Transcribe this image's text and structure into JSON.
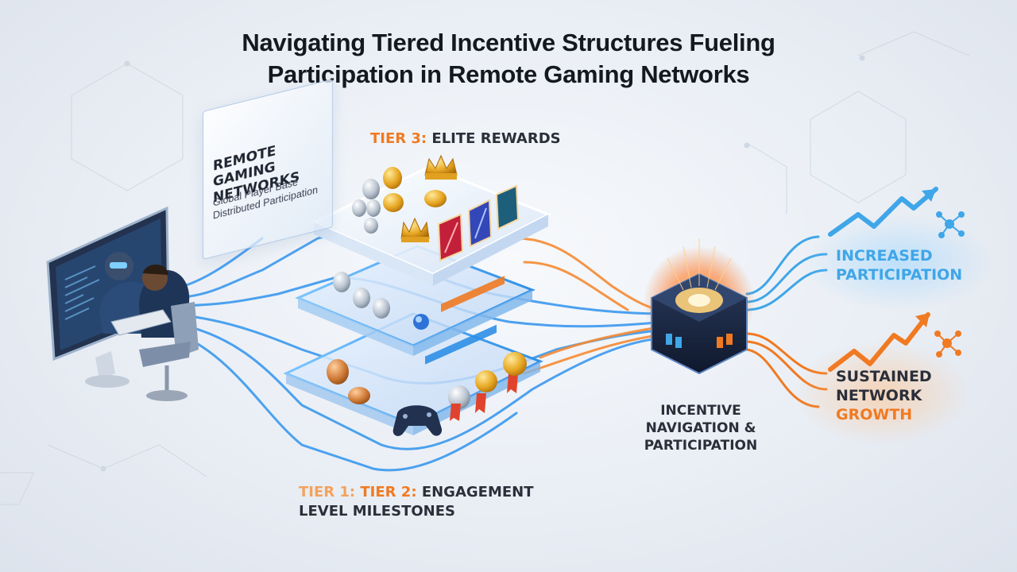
{
  "title": {
    "line1": "Navigating Tiered Incentive Structures Fueling",
    "line2": "Participation in Remote Gaming Networks"
  },
  "sign": {
    "title": "REMOTE GAMING NETWORKS",
    "line1": "Global Player Base",
    "line2": "Distributed Participation"
  },
  "tier3": {
    "prefix": "TIER 3:",
    "label": "ELITE REWARDS"
  },
  "tier12": {
    "tier1_prefix": "TIER 1:",
    "tier2_prefix": "TIER 2:",
    "line1_rest": "ENGAGEMENT",
    "line2": "LEVEL MILESTONES"
  },
  "hub": {
    "line1": "INCENTIVE",
    "line2": "NAVIGATION &",
    "line3": "PARTICIPATION"
  },
  "outcomes": {
    "increased": {
      "line1": "INCREASED",
      "line2": "PARTICIPATION"
    },
    "sustained": {
      "line1": "SUSTAINED",
      "line2": "NETWORK",
      "line3": "GROWTH"
    }
  },
  "colors": {
    "accent_orange": "#f07a22",
    "accent_blue": "#3fa6e8",
    "flow_blue": "#2f8fe6",
    "text_dark": "#141820"
  },
  "icons": [
    "monitor-icon",
    "gamer-icon",
    "coin-icon",
    "crown-icon",
    "medal-icon",
    "gamepad-icon",
    "game-card-icon",
    "network-node-icon",
    "trend-arrow-icon",
    "hub-chip-icon"
  ]
}
